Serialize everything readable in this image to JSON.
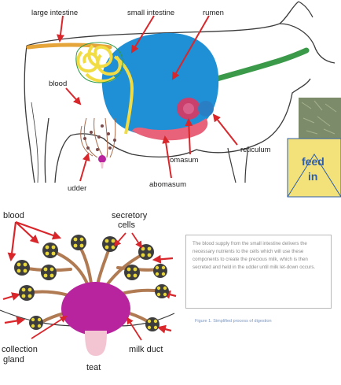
{
  "top_diagram": {
    "labels": {
      "large_intestine": "large intestine",
      "small_intestine": "small intestine",
      "rumen": "rumen",
      "blood": "blood",
      "udder": "udder",
      "omasum": "omasum",
      "abomasum": "abomasum",
      "reticulum": "reticulum",
      "feed_in_line1": "feed",
      "feed_in_line2": "in"
    },
    "colors": {
      "rumen": "#1f8fd6",
      "abomasum": "#e8637a",
      "omasum": "#c9406c",
      "small_intestine": "#f1dc43",
      "large_intestine": "#e6a53a",
      "esophagus": "#3b9a4a",
      "feed_box": "#f3e27a",
      "arrow": "#d8262b"
    }
  },
  "bottom_diagram": {
    "labels": {
      "blood": "blood",
      "secretory_line1": "secretory",
      "secretory_line2": "cells",
      "collection_line1": "collection",
      "collection_line2": "gland",
      "milk_duct": "milk duct",
      "teat": "teat"
    },
    "colors": {
      "gland": "#b8249d",
      "teat": "#f3c4d2",
      "branch": "#b07a52",
      "cell_dot": "#e8d639",
      "cell_ring": "#3d3d3d",
      "arrow": "#d8262b"
    }
  },
  "caption": {
    "text": "The blood supply from the small intestine delivers the necessary nutrients to the cells which will use these components to create the precious milk, which is then secreted and held in the udder until milk let-down occurs.",
    "figure_caption": "Figure 1. Simplified process of digestion"
  }
}
